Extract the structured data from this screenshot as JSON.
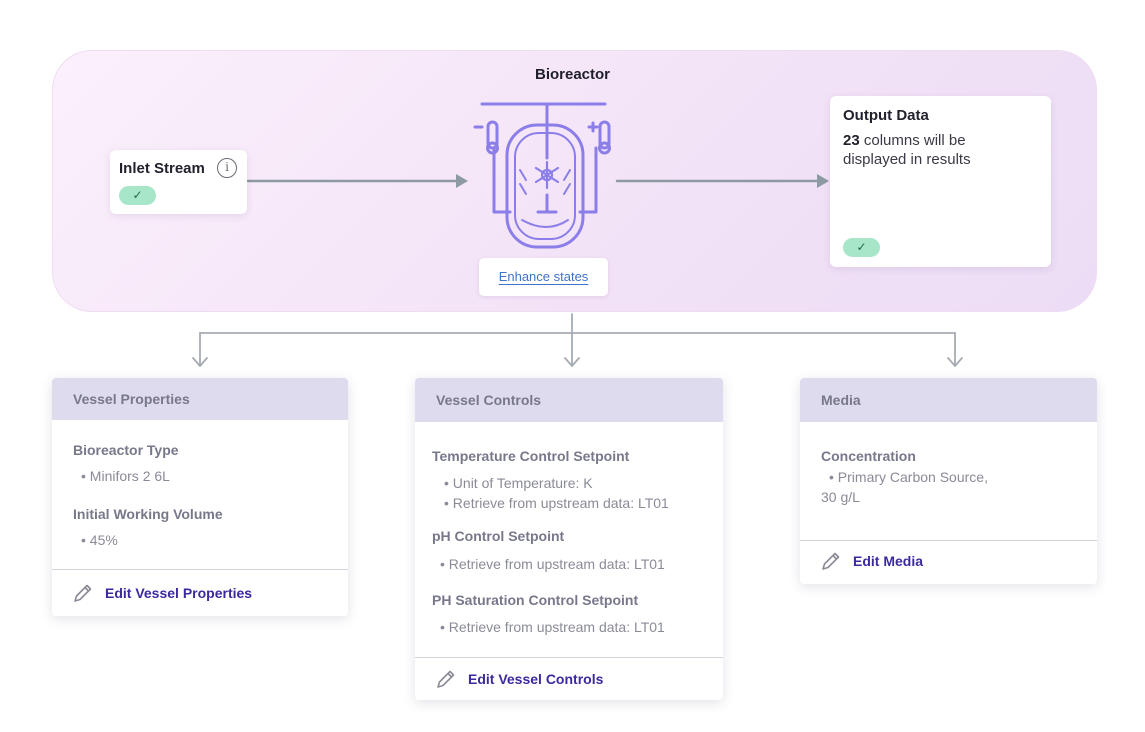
{
  "bioreactor": {
    "title": "Bioreactor",
    "enhance_link": "Enhance states"
  },
  "inlet": {
    "label": "Inlet Stream",
    "info_glyph": "i",
    "status_glyph": "✓"
  },
  "output": {
    "title": "Output Data",
    "count": "23",
    "text_line1": "columns will be",
    "text_line2": "displayed in results",
    "status_glyph": "✓"
  },
  "vessel_properties": {
    "header": "Vessel Properties",
    "sections": [
      {
        "title": "Bioreactor Type",
        "bullets": [
          "• Minifors 2 6L"
        ]
      },
      {
        "title": "Initial Working Volume",
        "bullets": [
          "• 45%"
        ]
      }
    ],
    "edit_label": "Edit Vessel Properties"
  },
  "vessel_controls": {
    "header": "Vessel Controls",
    "sections": [
      {
        "title": "Temperature Control Setpoint",
        "bullets": [
          "• Unit of Temperature: K",
          "• Retrieve from upstream data: LT01"
        ]
      },
      {
        "title": "pH Control Setpoint",
        "bullets": [
          "• Retrieve from upstream data: LT01"
        ]
      },
      {
        "title": "PH Saturation Control Setpoint",
        "bullets": [
          "• Retrieve from upstream data: LT01"
        ]
      }
    ],
    "edit_label": "Edit Vessel Controls"
  },
  "media": {
    "header": "Media",
    "sections": [
      {
        "title": "Concentration",
        "bullets": [
          "• Primary Carbon Source,",
          "30 g/L"
        ]
      }
    ],
    "edit_label": "Edit Media"
  },
  "colors": {
    "accent": "#3a2a9e",
    "link": "#3f72c9",
    "success_bg": "#a8e6c9",
    "header_bg": "#dedbee",
    "icon_purple": "#8b7ee8"
  }
}
